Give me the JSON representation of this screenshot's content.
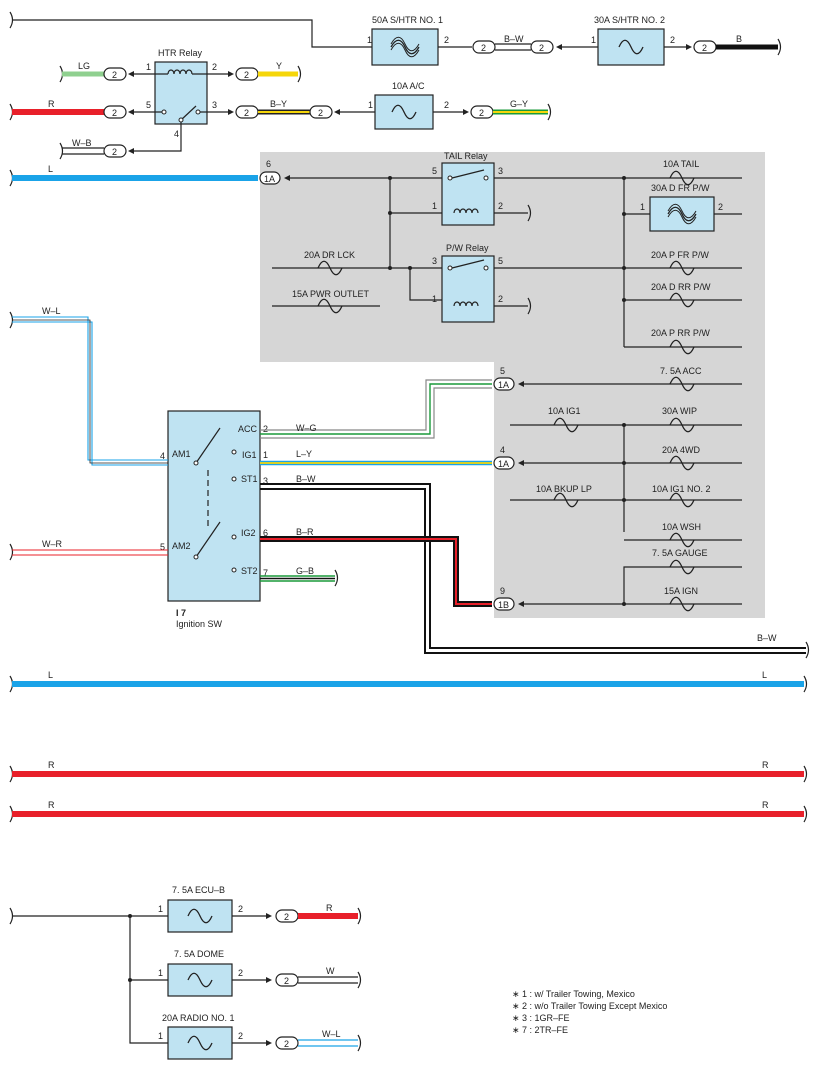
{
  "components": {
    "s_htr1": {
      "label": "50A S/HTR NO. 1"
    },
    "s_htr2": {
      "label": "30A S/HTR NO. 2"
    },
    "htr_relay": {
      "label": "HTR Relay"
    },
    "ac_fuse": {
      "label": "10A A/C"
    },
    "tail_relay": {
      "label": "TAIL Relay"
    },
    "pw_relay": {
      "label": "P/W Relay"
    },
    "ignition_sw": {
      "code": "I 7",
      "name": "Ignition SW"
    },
    "ecu_b": {
      "label": "7. 5A ECU–B"
    },
    "dome": {
      "label": "7. 5A DOME"
    },
    "radio1": {
      "label": "20A RADIO NO. 1"
    }
  },
  "wire_colors": {
    "LG": "LG",
    "Y": "Y",
    "R": "R",
    "B_Y": "B–Y",
    "G_Y": "G–Y",
    "W_B": "W–B",
    "B_W": "B–W",
    "B": "B",
    "L": "L",
    "W_L": "W–L",
    "W_G": "W–G",
    "L_Y": "L–Y",
    "W_R": "W–R",
    "B_R": "B–R",
    "G_B": "G–B",
    "W": "W"
  },
  "colors": {
    "LG": "#8fd08f",
    "Y": "#f5d60a",
    "R": "#e8202a",
    "L": "#1aa3e8",
    "B": "#111111",
    "G": "#1a9a3a",
    "fuse_fill": "#bfe3f2",
    "shade": "#d4d4d4"
  },
  "pins": {
    "p1": "1",
    "p2": "2",
    "p3": "3",
    "p4": "4",
    "p5": "5",
    "p6": "6",
    "p7": "7",
    "p9": "9"
  },
  "connectors": {
    "c2": "2",
    "c1A": "1A",
    "c1B": "1B"
  },
  "fuses_shaded": {
    "tail": "10A TAIL",
    "dfr": "30A D FR P/W",
    "dr_lck": "20A DR LCK",
    "pwr_outlet": "15A PWR OUTLET",
    "pfr": "20A P FR P/W",
    "drr": "20A D RR P/W",
    "prr": "20A P RR P/W",
    "acc": "7. 5A ACC",
    "ig1": "10A IG1",
    "wip": "30A WIP",
    "fwd": "20A 4WD",
    "bkup": "10A BKUP LP",
    "ig1_2": "10A IG1 NO. 2",
    "wsh": "10A WSH",
    "gauge": "7. 5A GAUGE",
    "ign": "15A IGN"
  },
  "switch_terms": {
    "acc": "ACC",
    "ig1": "IG1",
    "st1": "ST1",
    "ig2": "IG2",
    "st2": "ST2",
    "am1": "AM1",
    "am2": "AM2"
  },
  "notes": [
    "∗ 1 : w/ Trailer Towing,  Mexico",
    "∗ 2 : w/o Trailer Towing Except Mexico",
    "∗ 3 : 1GR–FE",
    "∗ 7 : 2TR–FE"
  ]
}
